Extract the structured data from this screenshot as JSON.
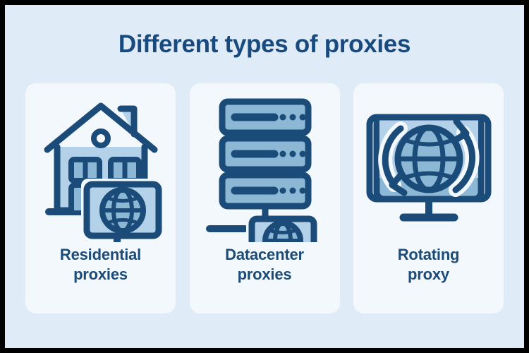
{
  "header": {
    "title": "Different types of proxies"
  },
  "theme": {
    "page_background": "#dfecf7",
    "card_background": "#f3f8fc",
    "outer_border": "#000000",
    "title_color": "#184a7f",
    "label_color": "#1b4b78",
    "icon_stroke": "#1b4b78",
    "icon_fill_light": "#b3d1e8",
    "icon_fill_mid": "#8cb8d6"
  },
  "cards": [
    {
      "id": "residential",
      "label_line1": "Residential",
      "label_line2": "proxies",
      "icon": "house-with-monitor-globe-icon"
    },
    {
      "id": "datacenter",
      "label_line1": "Datacenter",
      "label_line2": "proxies",
      "icon": "server-rack-with-globe-screen-icon"
    },
    {
      "id": "rotating",
      "label_line1": "Rotating",
      "label_line2": "proxy",
      "icon": "monitor-globe-rotating-arrows-icon"
    }
  ]
}
